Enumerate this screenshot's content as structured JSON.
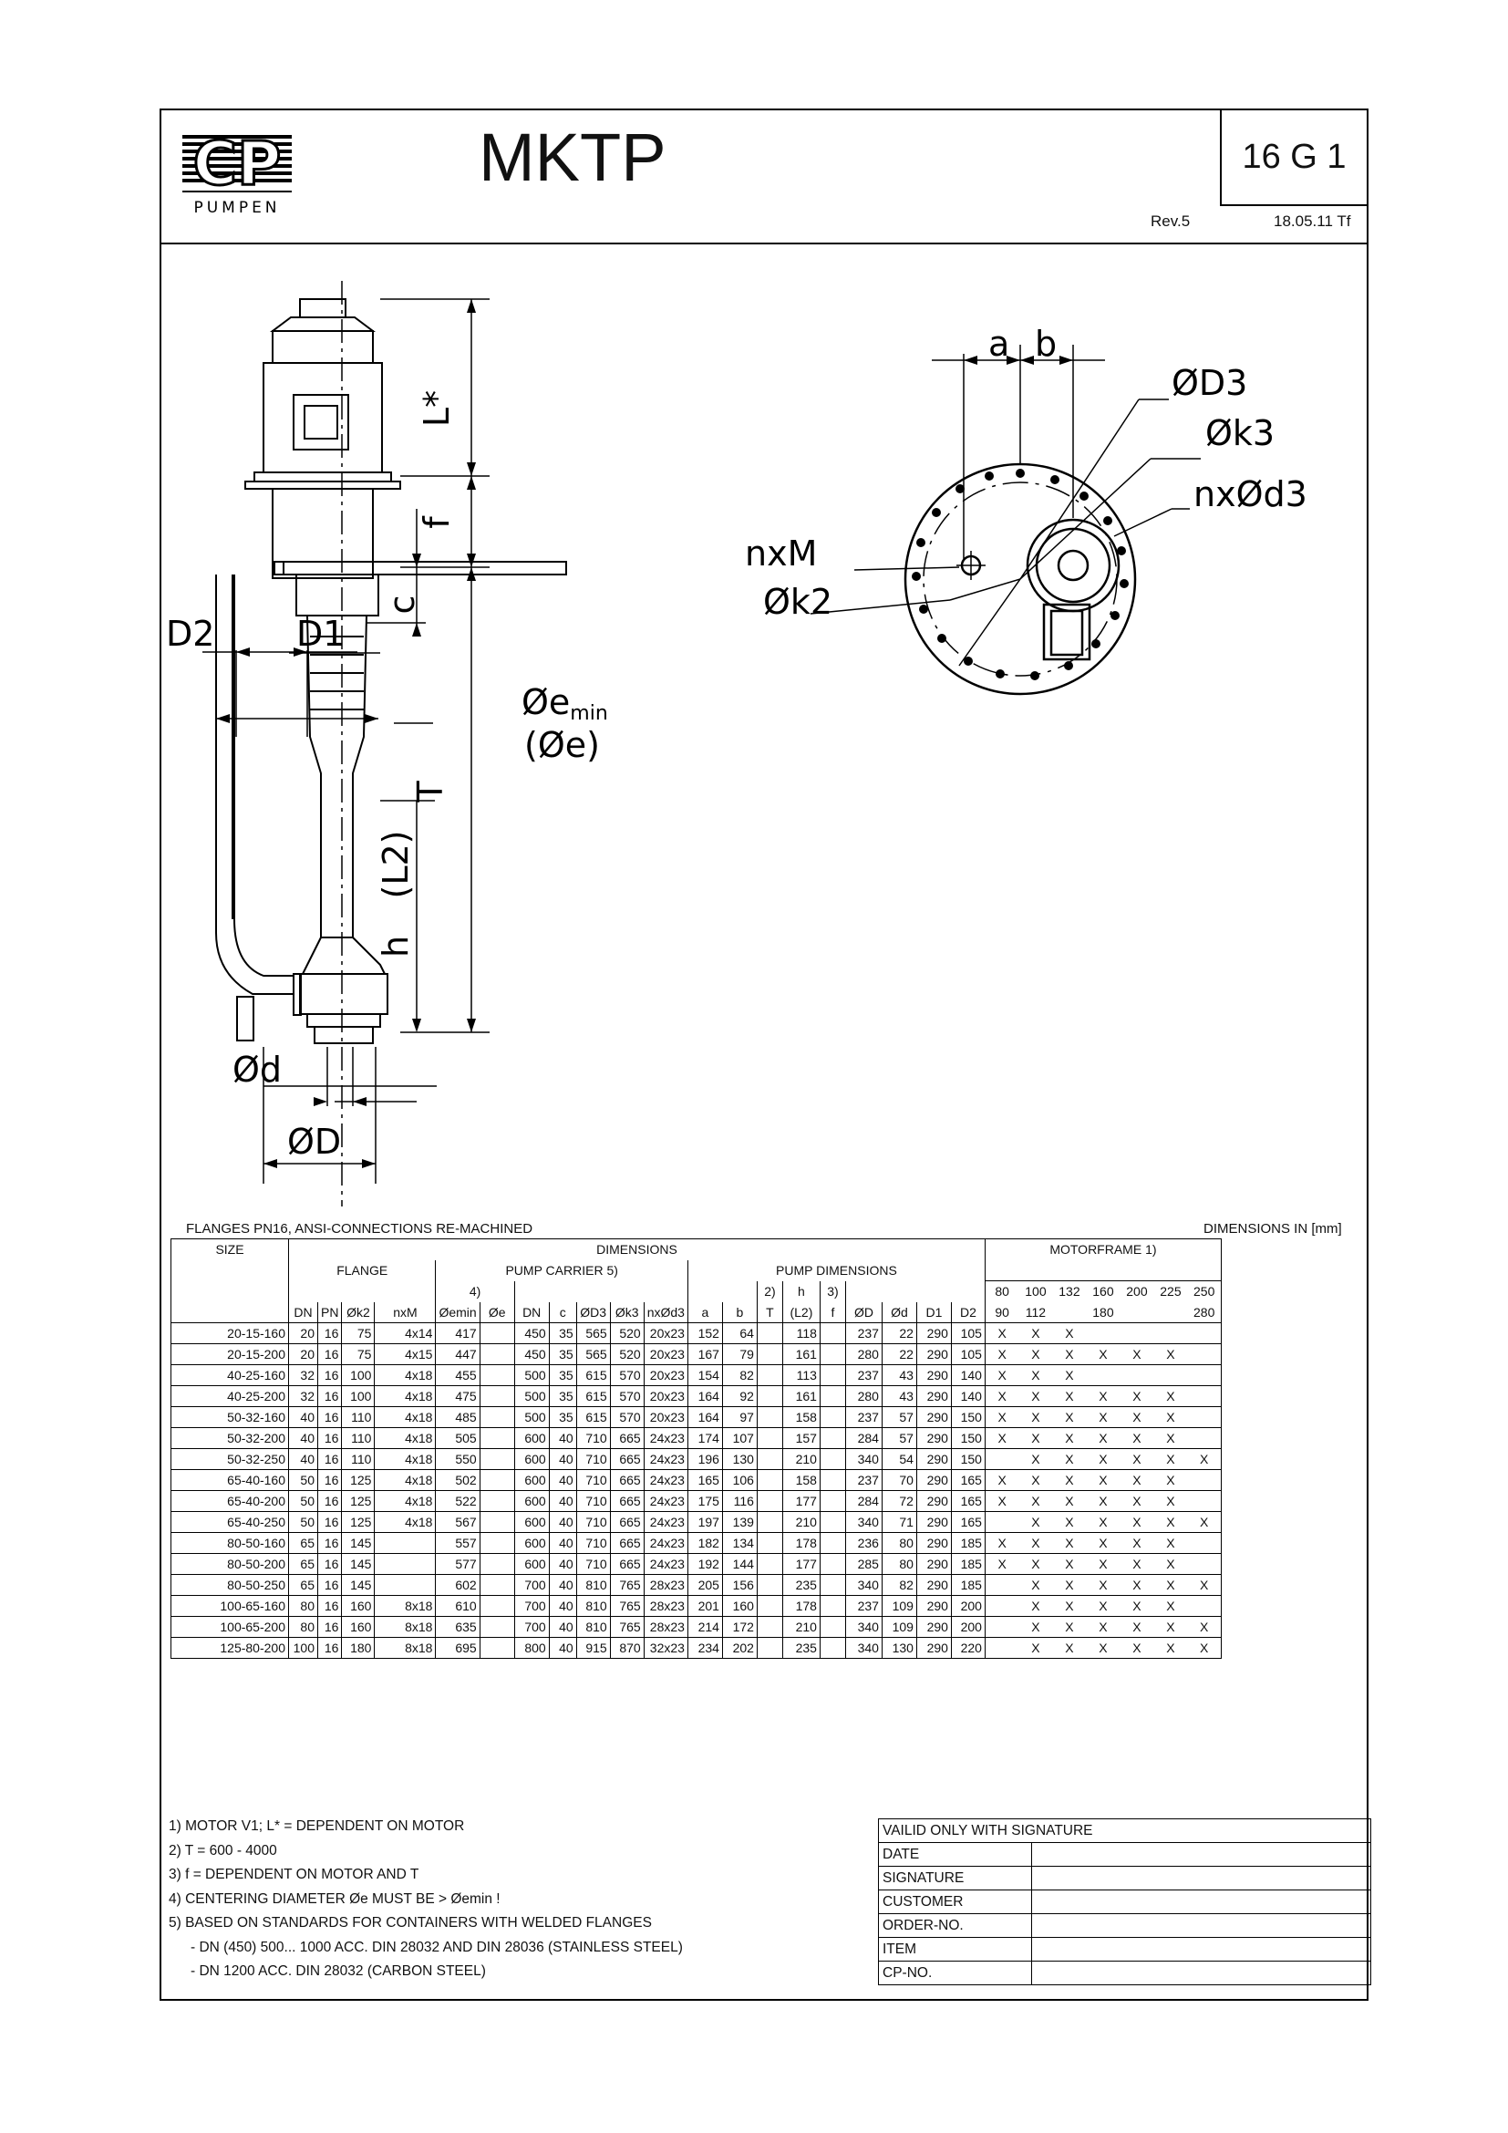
{
  "header": {
    "logo_text": "CP",
    "logo_subtext": "PUMPEN",
    "title": "MKTP",
    "sheet_code": "16 G 1",
    "revision": "Rev.5",
    "date": "18.05.11 Tf"
  },
  "drawing_labels": {
    "l_star": "L*",
    "f": "f",
    "c": "c",
    "d2": "D2",
    "d1": "D1",
    "e_min": "Øe",
    "e_min_sub": "min",
    "e_paren": "(Øe)",
    "t": "T",
    "l2": "(L2)",
    "h": "h",
    "d_small": "Ød",
    "d_big": "ØD",
    "a": "a",
    "b": "b",
    "d3": "ØD3",
    "k3": "Øk3",
    "nxd3": "nxØd3",
    "nxm": "nxM",
    "k2": "Øk2"
  },
  "table_notes": {
    "left": "FLANGES PN16, ANSI-CONNECTIONS RE-MACHINED",
    "right": "DIMENSIONS IN [mm]"
  },
  "table": {
    "group_headers": {
      "size": "SIZE",
      "dimensions": "DIMENSIONS",
      "motorframe": "MOTORFRAME   1)",
      "flange": "FLANGE",
      "pump_carrier": "PUMP CARRIER 5)",
      "pump_dimensions": "PUMP DIMENSIONS",
      "note4": "4)",
      "note2": "2)",
      "note_h": "h",
      "note3": "3)"
    },
    "column_headers": [
      "DN",
      "PN",
      "Øk2",
      "nxM",
      "Øemin",
      "Øe",
      "DN",
      "c",
      "ØD3",
      "Øk3",
      "nxØd3",
      "a",
      "b",
      "T",
      "(L2)",
      "f",
      "ØD",
      "Ød",
      "D1",
      "D2"
    ],
    "motor_frames_top": [
      "80",
      "100",
      "132",
      "160",
      "200",
      "225",
      "250"
    ],
    "motor_frames_bottom": [
      "90",
      "112",
      "",
      "180",
      "",
      "",
      "280"
    ],
    "rows": [
      {
        "size": "20-15-160",
        "v": [
          "20",
          "16",
          "75",
          "4x14",
          "417",
          "",
          "450",
          "35",
          "565",
          "520",
          "20x23",
          "152",
          "64",
          "",
          "118",
          "",
          "237",
          "22",
          "290",
          "105"
        ],
        "m": [
          "X",
          "X",
          "X",
          "",
          "",
          "",
          ""
        ]
      },
      {
        "size": "20-15-200",
        "v": [
          "20",
          "16",
          "75",
          "4x15",
          "447",
          "",
          "450",
          "35",
          "565",
          "520",
          "20x23",
          "167",
          "79",
          "",
          "161",
          "",
          "280",
          "22",
          "290",
          "105"
        ],
        "m": [
          "X",
          "X",
          "X",
          "X",
          "X",
          "X",
          ""
        ]
      },
      {
        "size": "40-25-160",
        "v": [
          "32",
          "16",
          "100",
          "4x18",
          "455",
          "",
          "500",
          "35",
          "615",
          "570",
          "20x23",
          "154",
          "82",
          "",
          "113",
          "",
          "237",
          "43",
          "290",
          "140"
        ],
        "m": [
          "X",
          "X",
          "X",
          "",
          "",
          "",
          ""
        ]
      },
      {
        "size": "40-25-200",
        "v": [
          "32",
          "16",
          "100",
          "4x18",
          "475",
          "",
          "500",
          "35",
          "615",
          "570",
          "20x23",
          "164",
          "92",
          "",
          "161",
          "",
          "280",
          "43",
          "290",
          "140"
        ],
        "m": [
          "X",
          "X",
          "X",
          "X",
          "X",
          "X",
          ""
        ]
      },
      {
        "size": "50-32-160",
        "v": [
          "40",
          "16",
          "110",
          "4x18",
          "485",
          "",
          "500",
          "35",
          "615",
          "570",
          "20x23",
          "164",
          "97",
          "",
          "158",
          "",
          "237",
          "57",
          "290",
          "150"
        ],
        "m": [
          "X",
          "X",
          "X",
          "X",
          "X",
          "X",
          ""
        ]
      },
      {
        "size": "50-32-200",
        "v": [
          "40",
          "16",
          "110",
          "4x18",
          "505",
          "",
          "600",
          "40",
          "710",
          "665",
          "24x23",
          "174",
          "107",
          "",
          "157",
          "",
          "284",
          "57",
          "290",
          "150"
        ],
        "m": [
          "X",
          "X",
          "X",
          "X",
          "X",
          "X",
          ""
        ]
      },
      {
        "size": "50-32-250",
        "v": [
          "40",
          "16",
          "110",
          "4x18",
          "550",
          "",
          "600",
          "40",
          "710",
          "665",
          "24x23",
          "196",
          "130",
          "",
          "210",
          "",
          "340",
          "54",
          "290",
          "150"
        ],
        "m": [
          "",
          "X",
          "X",
          "X",
          "X",
          "X",
          "X"
        ]
      },
      {
        "size": "65-40-160",
        "v": [
          "50",
          "16",
          "125",
          "4x18",
          "502",
          "",
          "600",
          "40",
          "710",
          "665",
          "24x23",
          "165",
          "106",
          "",
          "158",
          "",
          "237",
          "70",
          "290",
          "165"
        ],
        "m": [
          "X",
          "X",
          "X",
          "X",
          "X",
          "X",
          ""
        ]
      },
      {
        "size": "65-40-200",
        "v": [
          "50",
          "16",
          "125",
          "4x18",
          "522",
          "",
          "600",
          "40",
          "710",
          "665",
          "24x23",
          "175",
          "116",
          "",
          "177",
          "",
          "284",
          "72",
          "290",
          "165"
        ],
        "m": [
          "X",
          "X",
          "X",
          "X",
          "X",
          "X",
          ""
        ]
      },
      {
        "size": "65-40-250",
        "v": [
          "50",
          "16",
          "125",
          "4x18",
          "567",
          "",
          "600",
          "40",
          "710",
          "665",
          "24x23",
          "197",
          "139",
          "",
          "210",
          "",
          "340",
          "71",
          "290",
          "165"
        ],
        "m": [
          "",
          "X",
          "X",
          "X",
          "X",
          "X",
          "X"
        ]
      },
      {
        "size": "80-50-160",
        "v": [
          "65",
          "16",
          "145",
          "",
          "557",
          "",
          "600",
          "40",
          "710",
          "665",
          "24x23",
          "182",
          "134",
          "",
          "178",
          "",
          "236",
          "80",
          "290",
          "185"
        ],
        "m": [
          "X",
          "X",
          "X",
          "X",
          "X",
          "X",
          ""
        ]
      },
      {
        "size": "80-50-200",
        "v": [
          "65",
          "16",
          "145",
          "",
          "577",
          "",
          "600",
          "40",
          "710",
          "665",
          "24x23",
          "192",
          "144",
          "",
          "177",
          "",
          "285",
          "80",
          "290",
          "185"
        ],
        "m": [
          "X",
          "X",
          "X",
          "X",
          "X",
          "X",
          ""
        ]
      },
      {
        "size": "80-50-250",
        "v": [
          "65",
          "16",
          "145",
          "",
          "602",
          "",
          "700",
          "40",
          "810",
          "765",
          "28x23",
          "205",
          "156",
          "",
          "235",
          "",
          "340",
          "82",
          "290",
          "185"
        ],
        "m": [
          "",
          "X",
          "X",
          "X",
          "X",
          "X",
          "X"
        ]
      },
      {
        "size": "100-65-160",
        "v": [
          "80",
          "16",
          "160",
          "8x18",
          "610",
          "",
          "700",
          "40",
          "810",
          "765",
          "28x23",
          "201",
          "160",
          "",
          "178",
          "",
          "237",
          "109",
          "290",
          "200"
        ],
        "m": [
          "",
          "X",
          "X",
          "X",
          "X",
          "X",
          ""
        ]
      },
      {
        "size": "100-65-200",
        "v": [
          "80",
          "16",
          "160",
          "8x18",
          "635",
          "",
          "700",
          "40",
          "810",
          "765",
          "28x23",
          "214",
          "172",
          "",
          "210",
          "",
          "340",
          "109",
          "290",
          "200"
        ],
        "m": [
          "",
          "X",
          "X",
          "X",
          "X",
          "X",
          "X"
        ]
      },
      {
        "size": "125-80-200",
        "v": [
          "100",
          "16",
          "180",
          "8x18",
          "695",
          "",
          "800",
          "40",
          "915",
          "870",
          "32x23",
          "234",
          "202",
          "",
          "235",
          "",
          "340",
          "130",
          "290",
          "220"
        ],
        "m": [
          "",
          "X",
          "X",
          "X",
          "X",
          "X",
          "X"
        ]
      }
    ]
  },
  "footnotes": [
    "1) MOTOR V1; L* = DEPENDENT ON MOTOR",
    "2) T = 600 - 4000",
    "3) f  = DEPENDENT ON MOTOR AND T",
    "4) CENTERING DIAMETER Øe MUST BE > Øemin !",
    "5) BASED ON STANDARDS FOR CONTAINERS WITH  WELDED FLANGES",
    "   - DN (450) 500... 1000 ACC. DIN 28032 AND DIN 28036 (STAINLESS STEEL)",
    "   - DN 1200 ACC. DIN 28032 (CARBON STEEL)"
  ],
  "signature_box": [
    "VAILID ONLY WITH SIGNATURE",
    "DATE",
    "SIGNATURE",
    "CUSTOMER",
    "ORDER-NO.",
    "ITEM",
    "CP-NO."
  ]
}
